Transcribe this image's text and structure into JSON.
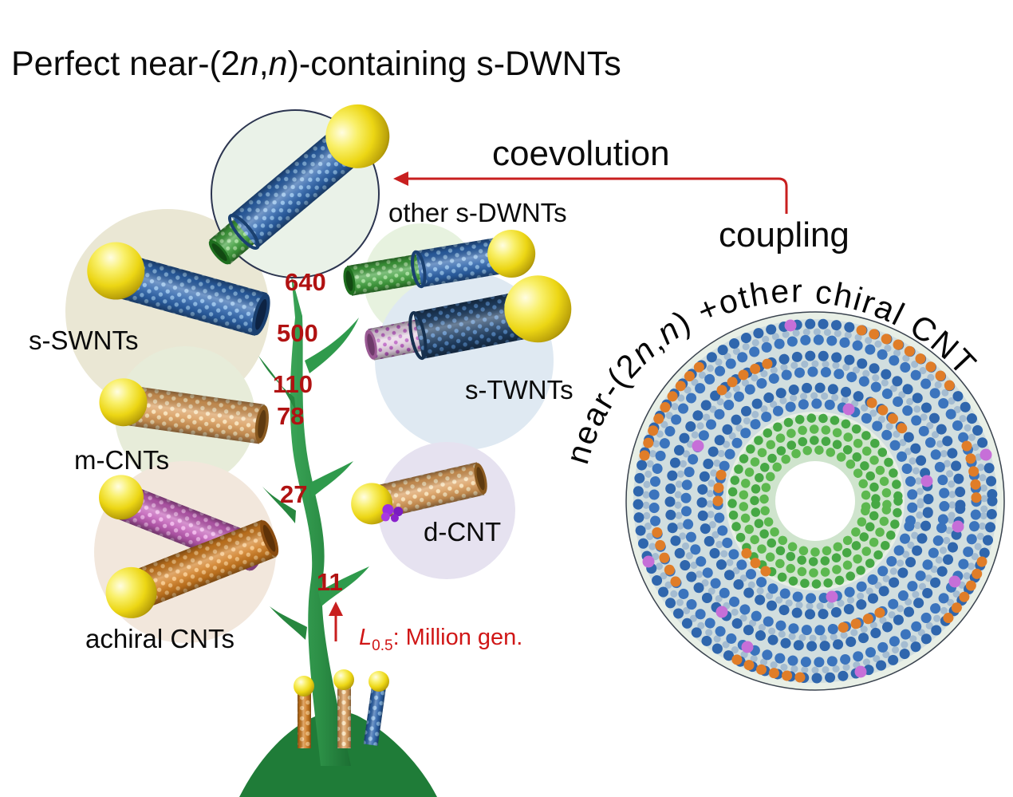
{
  "figure": {
    "title_parts": {
      "p1": "Perfect near-(2",
      "i1": "n",
      "p2": ",",
      "i2": "n",
      "p3": ")-containing s-DWNTs"
    }
  },
  "annotations": {
    "coevolution": "coevolution",
    "coupling": "coupling",
    "other_s_dwnts": "other s-DWNTs",
    "s_swnts": "s-SWNTs",
    "m_cnts": "m-CNTs",
    "achiral_cnts": "achiral CNTs",
    "s_twnts": "s-TWNTs",
    "d_cnt": "d-CNT"
  },
  "curved_label": {
    "p1": "near-(2",
    "i1": "n",
    "p2": ",",
    "i2": "n",
    "p3": ") +other chiral CNT"
  },
  "generation_axis": {
    "numbers": [
      "640",
      "500",
      "110",
      "78",
      "27",
      "11"
    ],
    "caption": {
      "var": "L",
      "sub": "0.5",
      "rest": ": Million gen."
    }
  },
  "colors": {
    "background": "#ffffff",
    "accent_red": "#c81f1f",
    "number_red": "#b11212",
    "stem_green": "#2f9a4c",
    "outer_wall_blue": "#2c63ab",
    "inner_wall_green": "#3f9f3c",
    "catalyst_yellow": "#ecd614",
    "dopant_orange": "#e07d28",
    "dopant_violet": "#c66fd8"
  }
}
